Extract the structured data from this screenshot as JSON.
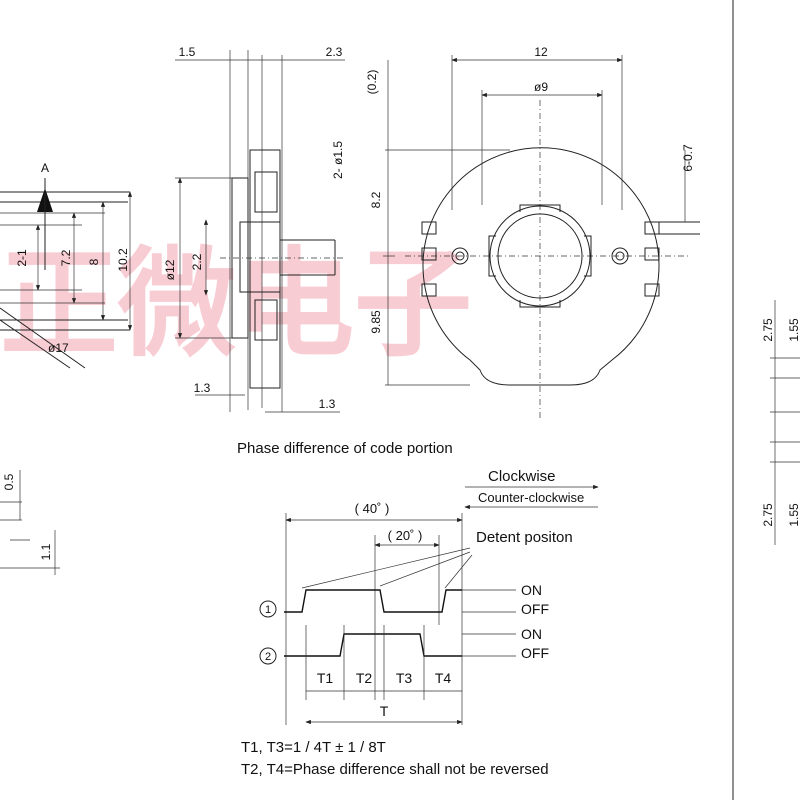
{
  "dims": {
    "d1_5": "1.5",
    "d2_3": "2.3",
    "d12": "12",
    "phi9": "ø9",
    "d0_2": "(0.2)",
    "d2phi1_5": "2- ø1.5",
    "d8_2": "8.2",
    "d9_85": "9.85",
    "d6_0_7": "6-0.7",
    "phi12": "ø12",
    "d2_2": "2.2",
    "d1_3a": "1.3",
    "d1_3b": "1.3",
    "dA": "A",
    "d2_1": "2-1",
    "d7_2": "7.2",
    "d8": "8",
    "d10_2": "10.2",
    "phi17": "ø17",
    "d0_5": "0.5",
    "d1_1": "1.1",
    "r2_75a": "2.75",
    "r1_55a": "1.55",
    "r2_75b": "2.75",
    "r1_55b": "1.55"
  },
  "watermark": "正微电子",
  "phase": {
    "title": "Phase difference of code portion",
    "clockwise": "Clockwise",
    "counter_clockwise": "Counter-clockwise",
    "angle40": "( 40˚ )",
    "angle20": "( 20˚ )",
    "detent": "Detent positon",
    "ch1": "1",
    "ch2": "2",
    "on1": "ON",
    "off1": "OFF",
    "on2": "ON",
    "off2": "OFF",
    "t1": "T1",
    "t2": "T2",
    "t3": "T3",
    "t4": "T4",
    "t": "T",
    "note1": "T1, T3=1 / 4T ± 1 / 8T",
    "note2": "T2, T4=Phase difference shall not be reversed"
  }
}
